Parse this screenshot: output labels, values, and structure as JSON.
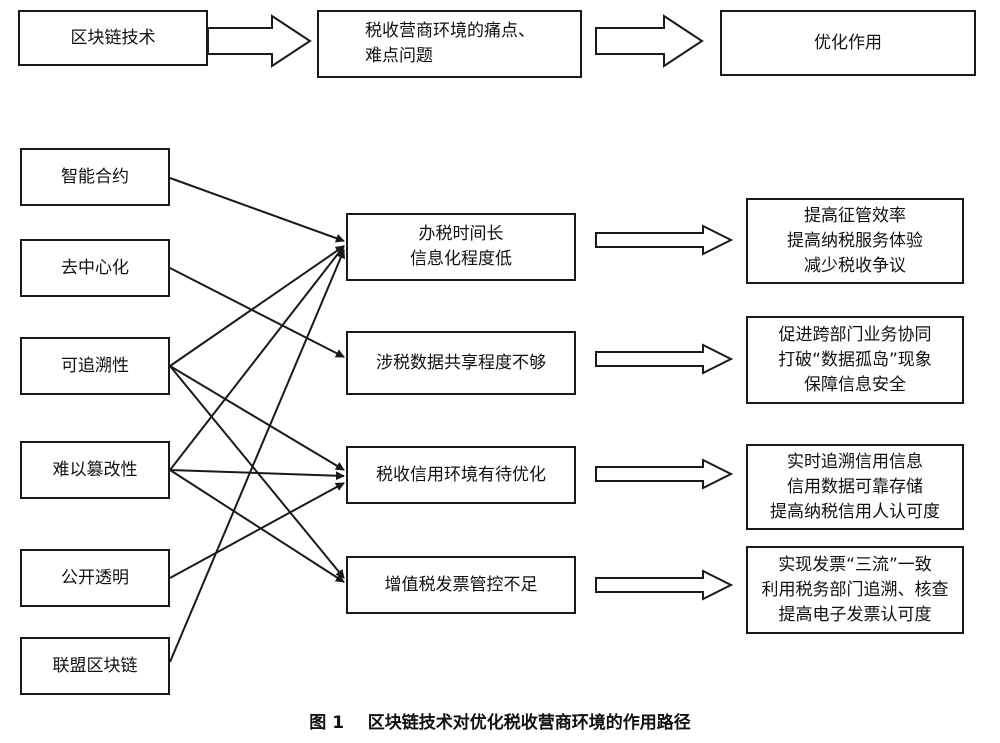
{
  "header_flow": {
    "tech": "区块链技术",
    "pain_points": [
      "税收营商环境的痛点、",
      "难点问题"
    ],
    "effect": "优化作用"
  },
  "features": [
    "智能合约",
    "去中心化",
    "可追溯性",
    "难以篡改性",
    "公开透明",
    "联盟区块链"
  ],
  "problems": [
    [
      "办税时间长",
      "信息化程度低"
    ],
    [
      "涉税数据共享程度不够"
    ],
    [
      "税收信用环境有待优化"
    ],
    [
      "增值税发票管控不足"
    ]
  ],
  "effects": [
    [
      "提高征管效率",
      "提高纳税服务体验",
      "减少税收争议"
    ],
    [
      "促进跨部门业务协同",
      "打破“数据孤岛”现象",
      "保障信息安全"
    ],
    [
      "实时追溯信用信息",
      "信用数据可靠存储",
      "提高纳税信用人认可度"
    ],
    [
      "实现发票“三流”一致",
      "利用税务部门追溯、核查",
      "提高电子发票认可度"
    ]
  ],
  "caption": {
    "number": "图 1",
    "title": "区块链技术对优化税收营商环境的作用路径"
  }
}
